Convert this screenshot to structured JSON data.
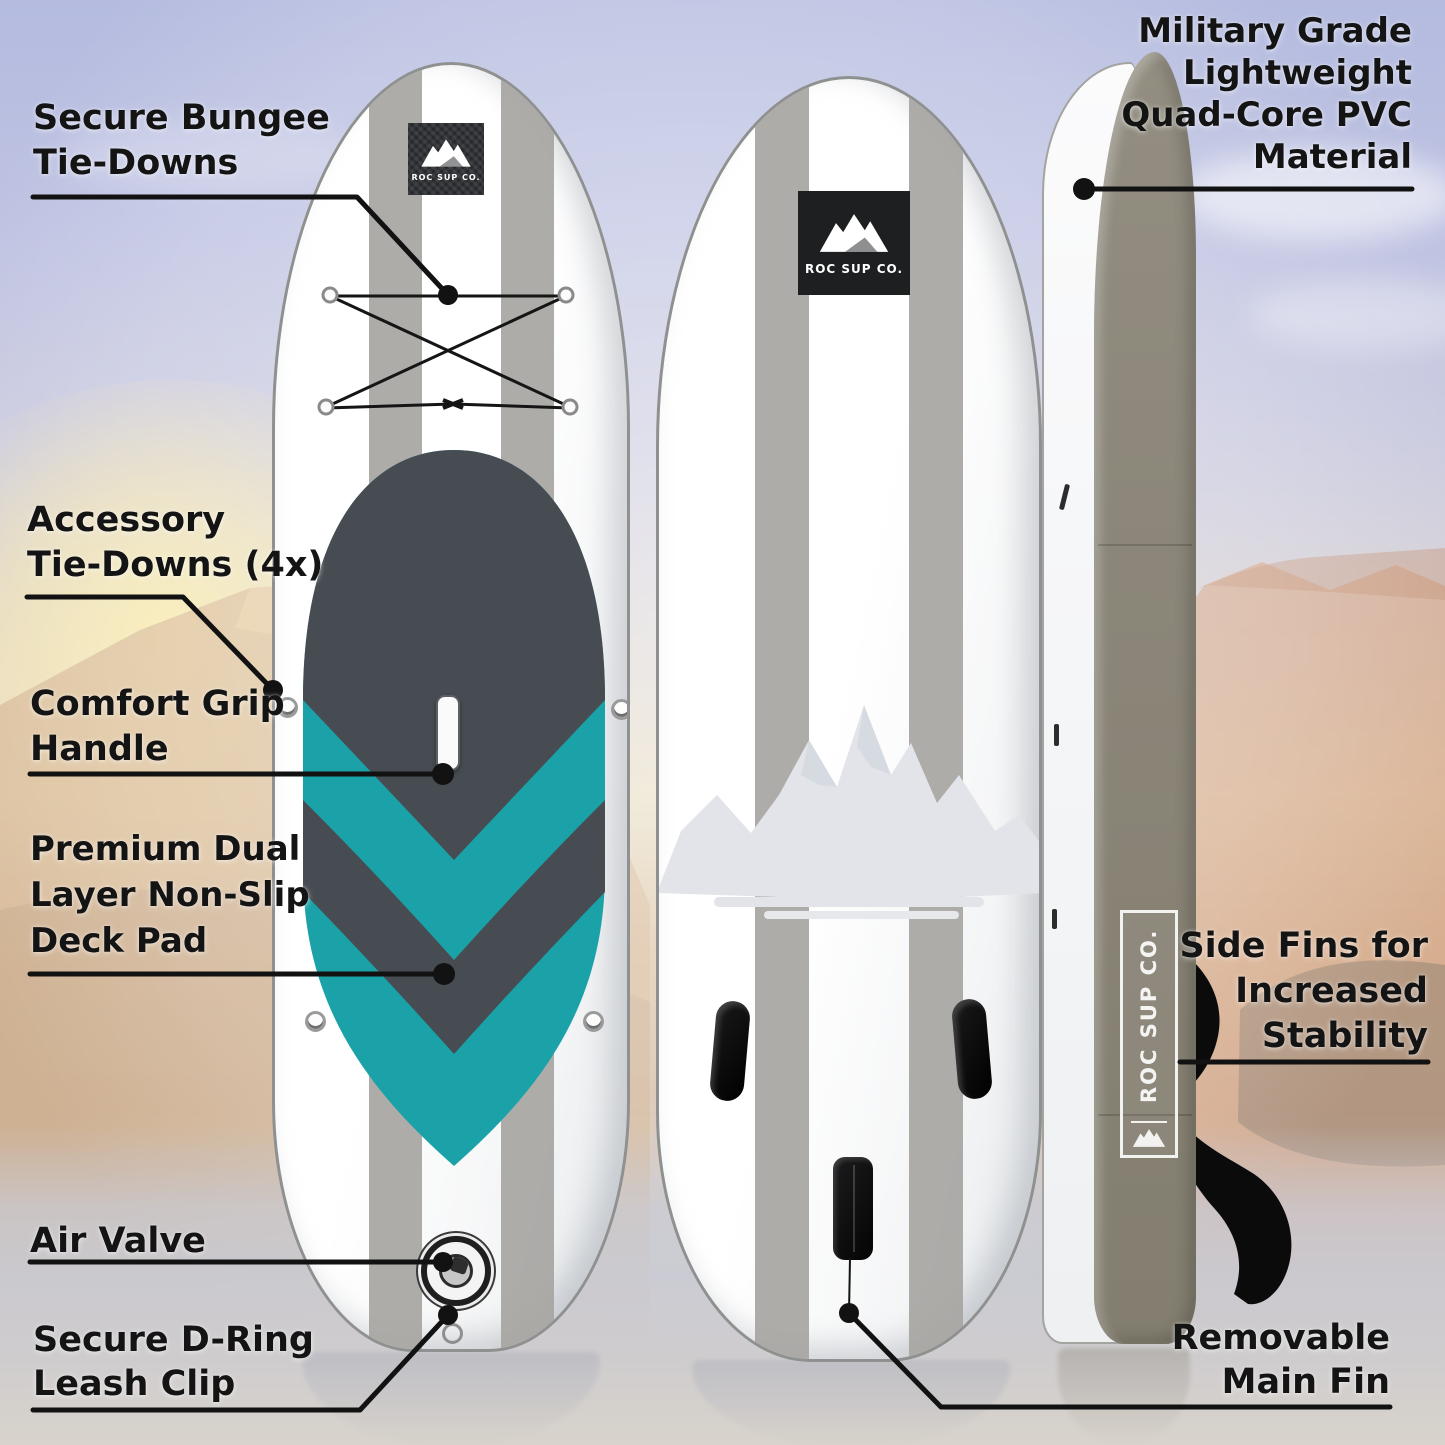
{
  "brand": {
    "logo_text": "ROC SUP CO."
  },
  "callouts": {
    "secure_bungee": {
      "lines": [
        "Secure Bungee",
        "Tie-Downs"
      ]
    },
    "accessory_tie_downs": {
      "lines": [
        "Accessory",
        "Tie-Downs (4x)"
      ]
    },
    "comfort_grip": {
      "lines": [
        "Comfort Grip",
        "Handle"
      ]
    },
    "premium_deck_pad": {
      "lines": [
        "Premium Dual",
        "Layer Non-Slip",
        "Deck Pad"
      ]
    },
    "air_valve": {
      "lines": [
        "Air Valve"
      ]
    },
    "d_ring": {
      "lines": [
        "Secure D-Ring",
        "Leash Clip"
      ]
    },
    "military_grade": {
      "lines": [
        "Military Grade",
        "Lightweight",
        "Quad-Core PVC",
        "Material"
      ]
    },
    "side_fins": {
      "lines": [
        "Side Fins for",
        "Increased",
        "Stability"
      ]
    },
    "main_fin": {
      "lines": [
        "Removable",
        "Main Fin"
      ]
    }
  },
  "colors": {
    "teal": "#1aa2a8",
    "charcoal": "#474c52",
    "stripe": "#a7a5a2",
    "rail": "#8b8679",
    "line": "#121212",
    "patch": "#1d1f21"
  }
}
